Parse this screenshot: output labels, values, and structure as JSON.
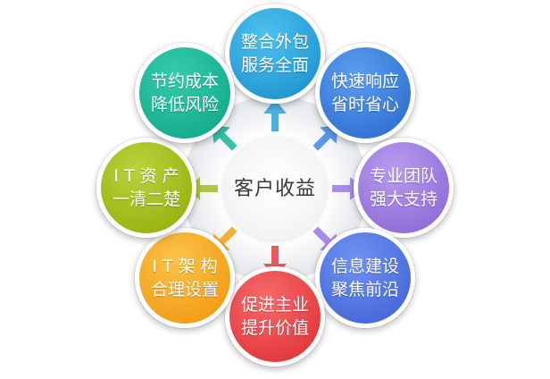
{
  "center": {
    "label": "客户收益"
  },
  "nodes": [
    {
      "id": "integration",
      "line1": "整合外包",
      "line2": "服务全面",
      "color_top": "#4dc2ee",
      "color_bottom": "#1f93d0"
    },
    {
      "id": "fast-response",
      "line1": "快速响应",
      "line2": "省时省心",
      "color_top": "#5a9ef0",
      "color_bottom": "#2f6fd0"
    },
    {
      "id": "professional-team",
      "line1": "专业团队",
      "line2": "强大支持",
      "color_top": "#b79cf0",
      "color_bottom": "#8e6ad6"
    },
    {
      "id": "info-construction",
      "line1": "信息建设",
      "line2": "聚焦前沿",
      "color_top": "#6e93f2",
      "color_bottom": "#4466d8"
    },
    {
      "id": "promote-business",
      "line1": "促进主业",
      "line2": "提升价值",
      "color_top": "#f86a6a",
      "color_bottom": "#e0353a"
    },
    {
      "id": "it-architecture",
      "line1": "I T 架 构",
      "line2": "合理设置",
      "color_top": "#fbc24a",
      "color_bottom": "#f29a12"
    },
    {
      "id": "it-assets",
      "line1": "I T 资 产",
      "line2": "一清二楚",
      "color_top": "#bcd23c",
      "color_bottom": "#93b20e"
    },
    {
      "id": "cost-saving",
      "line1": "节约成本",
      "line2": "降低风险",
      "color_top": "#35ccae",
      "color_bottom": "#13a98a"
    }
  ],
  "arrow_colors": [
    "#3aa7e0",
    "#4a8ee6",
    "#a07fe6",
    "#a07fe6",
    "#e8484c",
    "#f5a623",
    "#a7c12a",
    "#22b89c"
  ]
}
